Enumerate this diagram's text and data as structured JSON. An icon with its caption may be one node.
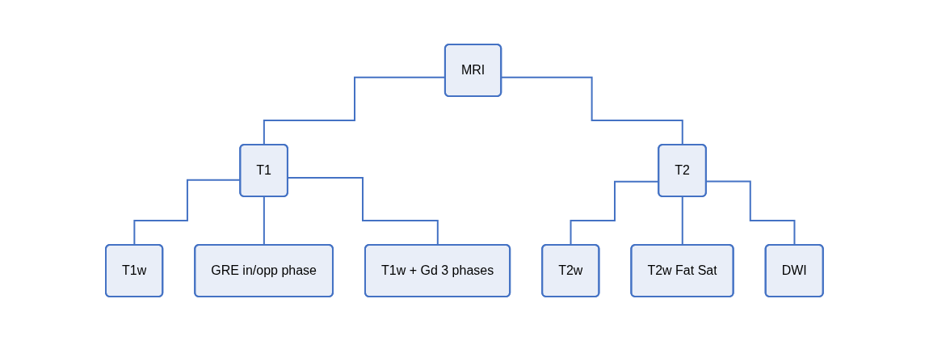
{
  "diagram": {
    "nodes": [
      {
        "text": [
          "MRI"
        ]
      },
      {
        "text": [
          "T1"
        ]
      },
      {
        "text": [
          "T2"
        ]
      },
      {
        "text": [
          "T1w"
        ]
      },
      {
        "text": [
          "GRE in/opp phase"
        ]
      },
      {
        "text": [
          "T1w + Gd 3 phases"
        ]
      },
      {
        "text": [
          "T2w"
        ]
      },
      {
        "text": [
          "T2w Fat Sat"
        ]
      },
      {
        "text": [
          "DWI"
        ]
      }
    ],
    "edges": [
      {
        "from": 0,
        "to": 1,
        "arrow": "none"
      },
      {
        "from": 0,
        "to": 2,
        "arrow": "none"
      },
      {
        "from": 1,
        "to": 3,
        "arrow": "none"
      },
      {
        "from": 1,
        "to": 4,
        "arrow": "none"
      },
      {
        "from": 1,
        "to": 5,
        "arrow": "none"
      },
      {
        "from": 2,
        "to": 6,
        "arrow": "none"
      },
      {
        "from": 2,
        "to": 7,
        "arrow": "none"
      },
      {
        "from": 2,
        "to": 8,
        "arrow": "none"
      }
    ]
  }
}
